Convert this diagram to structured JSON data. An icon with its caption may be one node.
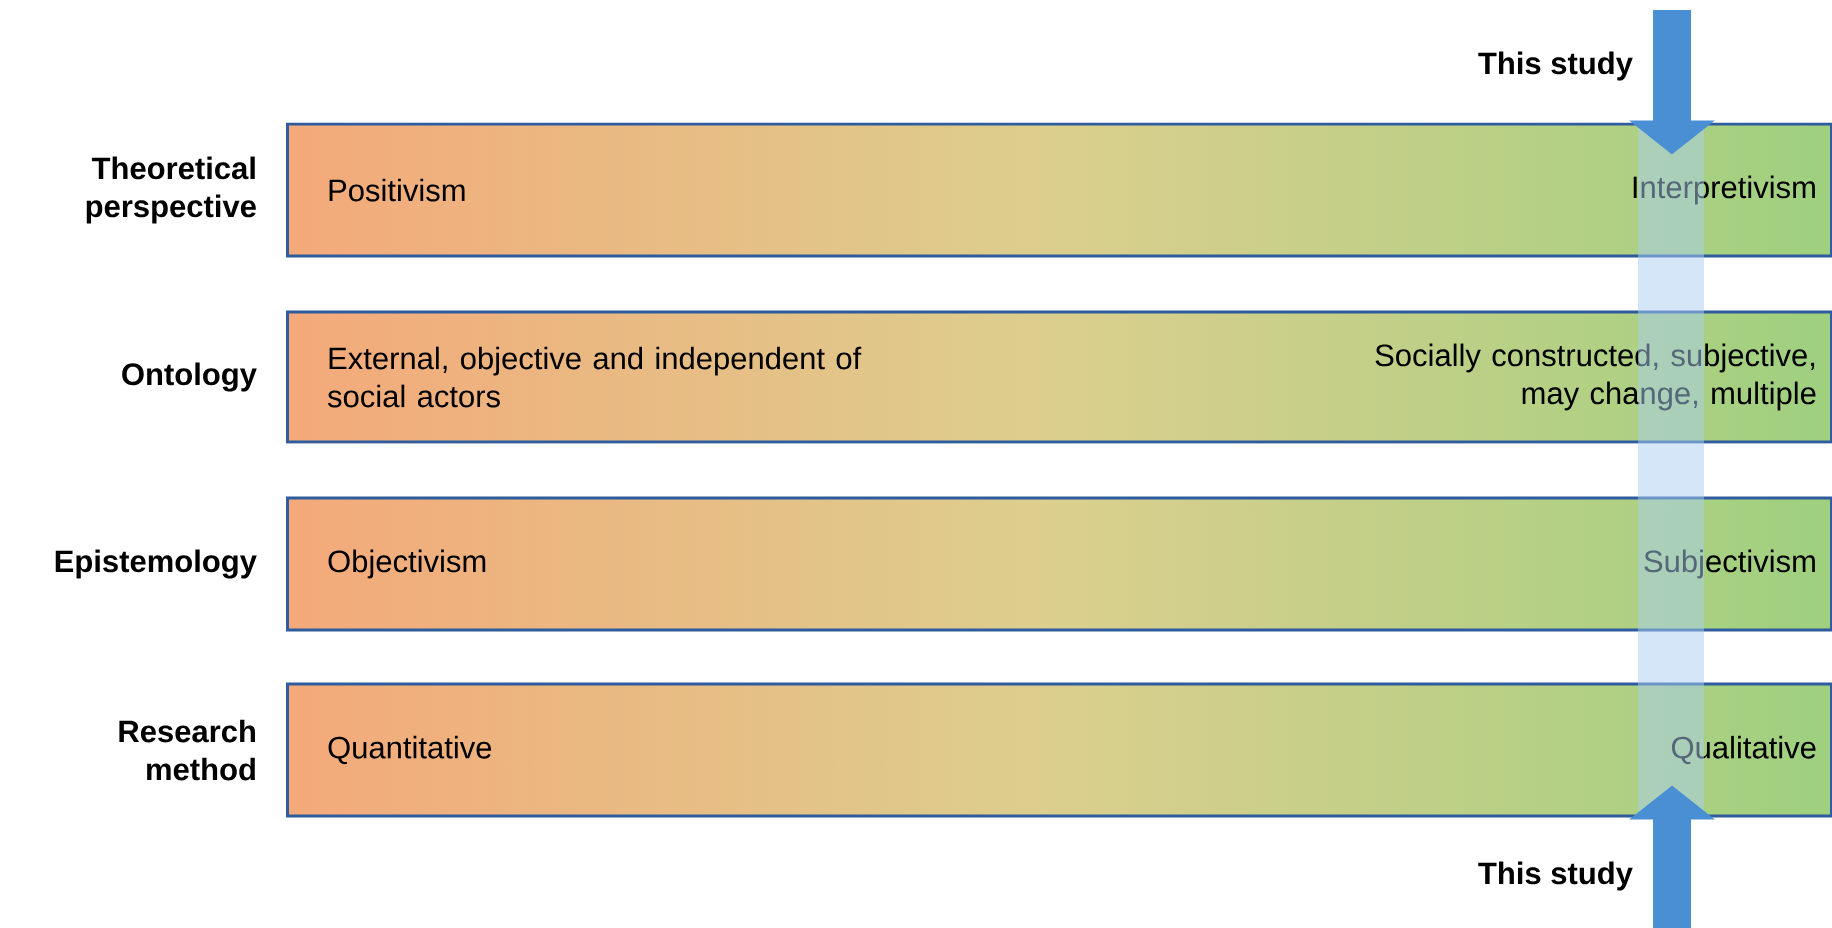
{
  "diagram": {
    "nodes": [
      {
        "text": [
          "Theoretical perspective",
          "Positivism",
          "Interpretivism"
        ]
      },
      {
        "text": [
          "Ontology",
          "External, objective and independent of social actors",
          "Socially constructed, subjective, may change, multiple"
        ]
      },
      {
        "text": [
          "Epistemology",
          "Objectivism",
          "Subjectivism"
        ]
      },
      {
        "text": [
          "Research method",
          "Quantitative",
          "Qualitative"
        ]
      }
    ],
    "edges": [
      {
        "from": null,
        "to": 0,
        "arrow": "to"
      },
      {
        "from": null,
        "to": 3,
        "arrow": "to"
      }
    ],
    "labels": [
      "This study",
      "This study"
    ]
  }
}
